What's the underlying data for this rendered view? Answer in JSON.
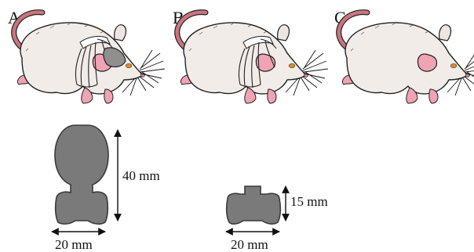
{
  "panels": [
    {
      "letter": "A",
      "harness": true,
      "backpack": true
    },
    {
      "letter": "B",
      "harness": true,
      "backpack": false
    },
    {
      "letter": "C",
      "harness": false,
      "backpack": false
    }
  ],
  "devices": {
    "large": {
      "height_label": "40 mm",
      "width_label": "20 mm"
    },
    "small": {
      "height_label": "15 mm",
      "width_label": "20 mm"
    }
  },
  "colors": {
    "device_fill": "#7a7a7a",
    "fur": "#f1ece8",
    "tail": "#c9747f",
    "ear": "#f0a3b3",
    "eye": "#e08a2a"
  }
}
